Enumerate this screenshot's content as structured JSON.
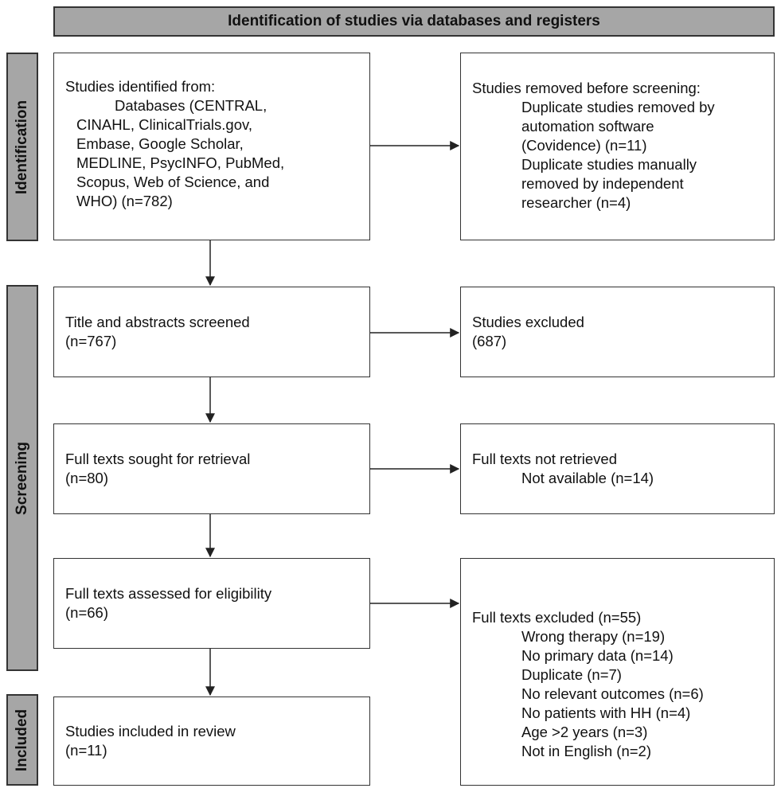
{
  "header": "Identification of studies via databases and registers",
  "stages": {
    "identification": "Identification",
    "screening": "Screening",
    "included": "Included"
  },
  "identified": {
    "title": "Studies identified from:",
    "lines": [
      "Databases (CENTRAL,",
      "CINAHL, ClinicalTrials.gov,",
      "Embase, Google Scholar,",
      "MEDLINE, PsycINFO, PubMed,",
      "Scopus, Web of Science, and",
      "WHO) (n=782)"
    ]
  },
  "removed": {
    "title": "Studies removed before screening:",
    "lines": [
      "Duplicate studies removed by",
      "automation software",
      "(Covidence) (n=11)",
      "Duplicate studies manually",
      "removed by independent",
      "researcher (n=4)"
    ]
  },
  "screened": {
    "title": "Title and abstracts screened",
    "n": "(n=767)"
  },
  "excluded": {
    "title": "Studies excluded",
    "n": "(687)"
  },
  "sought": {
    "title": "Full texts sought for retrieval",
    "n": "(n=80)"
  },
  "not_retrieved": {
    "title": "Full texts not retrieved",
    "lines": [
      "Not available  (n=14)"
    ]
  },
  "assessed": {
    "title": "Full texts assessed for eligibility",
    "n": "(n=66)"
  },
  "ft_excluded": {
    "title": "Full texts excluded (n=55)",
    "lines": [
      "Wrong therapy (n=19)",
      "No primary data (n=14)",
      "Duplicate (n=7)",
      "No relevant outcomes (n=6)",
      "No patients with HH (n=4)",
      "Age >2 years (n=3)",
      "Not in English (n=2)"
    ]
  },
  "included": {
    "title": "Studies included in review",
    "n": "(n=11)"
  }
}
